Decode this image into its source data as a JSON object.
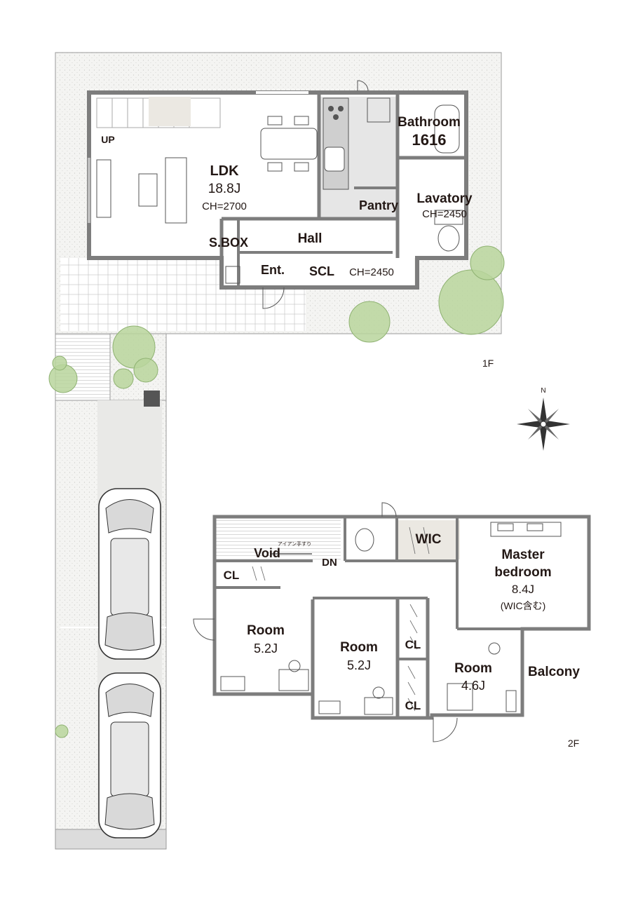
{
  "floor1": {
    "label": "1F",
    "rooms": {
      "ldk": {
        "name": "LDK",
        "size": "18.8J",
        "ceiling": "CH=2700"
      },
      "bathroom": {
        "name": "Bathroom",
        "size": "1616"
      },
      "lavatory": {
        "name": "Lavatory",
        "ceiling": "CH=2450"
      },
      "pantry": {
        "name": "Pantry"
      },
      "hall": {
        "name": "Hall"
      },
      "sbox": {
        "name": "S.BOX"
      },
      "entrance": {
        "name": "Ent."
      },
      "scl": {
        "name": "SCL",
        "ceiling": "CH=2450"
      }
    },
    "stair_label": "UP"
  },
  "floor2": {
    "label": "2F",
    "rooms": {
      "void": {
        "name": "Void"
      },
      "iron_rail": {
        "name": "アイアン手すり"
      },
      "dn": {
        "name": "DN"
      },
      "wic": {
        "name": "WIC"
      },
      "master": {
        "name_line1": "Master",
        "name_line2": "bedroom",
        "size": "8.4J",
        "note": "(WIC含む)"
      },
      "cl_left": {
        "name": "CL"
      },
      "room_a": {
        "name": "Room",
        "size": "5.2J"
      },
      "room_b": {
        "name": "Room",
        "size": "5.2J"
      },
      "cl_mid_top": {
        "name": "CL"
      },
      "cl_mid_bottom": {
        "name": "CL"
      },
      "room_c": {
        "name": "Room",
        "size": "4.6J"
      },
      "balcony": {
        "name": "Balcony"
      }
    }
  },
  "compass": {
    "north_label": "N"
  },
  "colors": {
    "wall": "#7d7d7d",
    "lot": "#f3f3f1",
    "plant": "#b8d59c",
    "kitchen": "#e6e6e6",
    "wic": "#ebe8e2"
  },
  "icons": [
    "compass-rose-icon",
    "car-icon",
    "tree-icon",
    "toilet-icon",
    "bathtub-icon",
    "stove-icon",
    "sink-icon"
  ]
}
